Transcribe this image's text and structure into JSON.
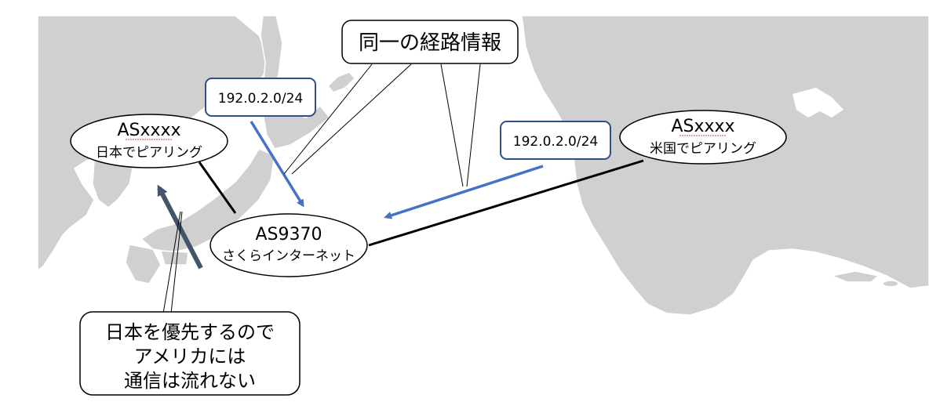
{
  "diagram": {
    "callout_top": "同一の経路情報",
    "callout_bottom": {
      "line1": "日本を優先するので",
      "line2": "アメリカには",
      "line3": "通信は流れない"
    },
    "prefix_left": "192.0.2.0/24",
    "prefix_right": "192.0.2.0/24",
    "node_japan": {
      "asn": "ASxxxx",
      "label": "日本でピアリング"
    },
    "node_us": {
      "asn": "ASxxxx",
      "label": "米国でピアリング"
    },
    "node_center": {
      "asn": "AS9370",
      "label": "さくらインターネット"
    }
  },
  "colors": {
    "land": "#d0d0d0",
    "land_edge": "#ffffff",
    "arrow_blue": "#4472c4",
    "arrow_dark": "#44546a",
    "prefix_border": "#2f4f8a",
    "link": "#000000",
    "ocean": "#ffffff"
  }
}
